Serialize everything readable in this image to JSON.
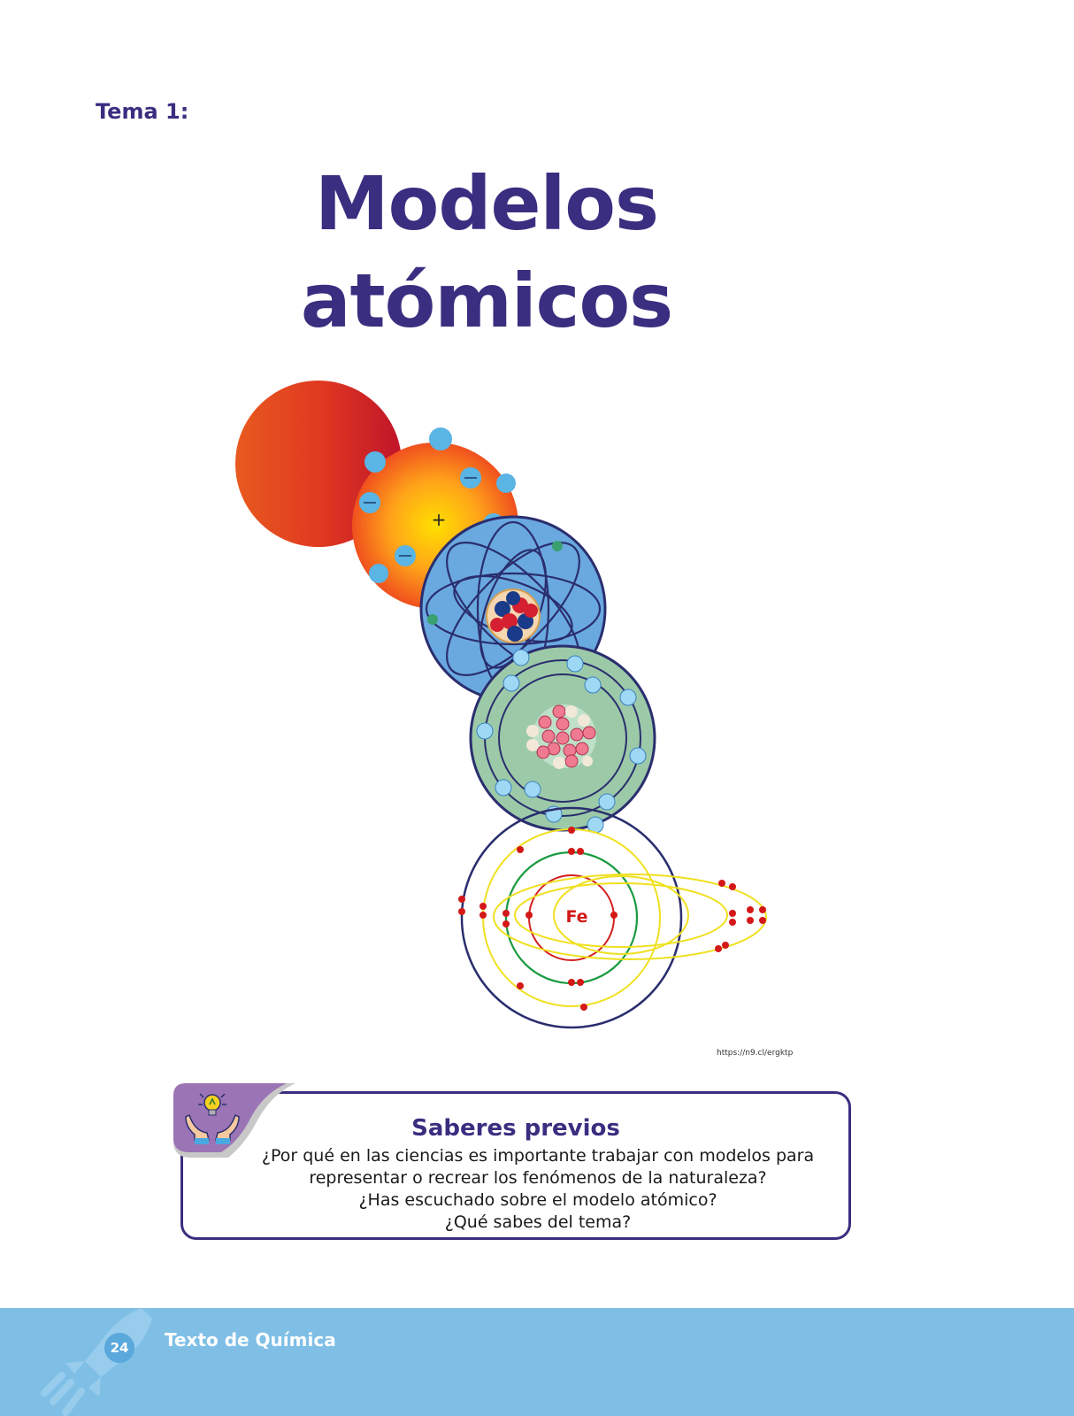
{
  "header": {
    "tema_label": "Tema 1:",
    "title_line1": "Modelos",
    "title_line2": "atómicos"
  },
  "illustration": {
    "element_symbol": "Fe",
    "source_url": "https://n9.cl/ergktp"
  },
  "saberes": {
    "title": "Saberes previos",
    "lines": [
      "¿Por qué en las ciencias es importante trabajar con modelos para",
      "representar o recrear los fenómenos de la naturaleza?",
      "¿Has escuchado sobre el modelo atómico?",
      "¿Qué sabes del tema?"
    ],
    "icon": "lightbulb-hands-icon"
  },
  "footer": {
    "page_number": "24",
    "book_title": "Texto de Química",
    "decor_icon": "rocket-icon"
  },
  "colors": {
    "title": "#3a2e80",
    "footer": "#7fbfe6",
    "tab": "#9b74b5"
  }
}
